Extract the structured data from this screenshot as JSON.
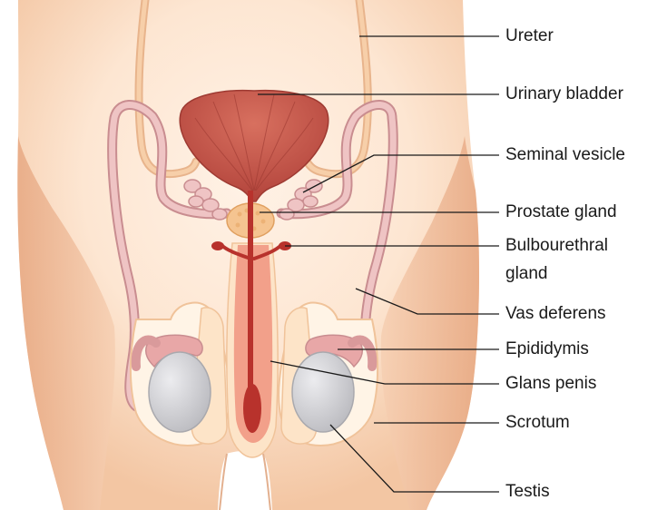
{
  "labels": {
    "ureter": "Ureter",
    "urinary_bladder": "Urinary bladder",
    "seminal_vesicle": "Seminal vesicle",
    "prostate_gland": "Prostate gland",
    "bulbourethral_gland_line1": "Bulbourethral",
    "bulbourethral_gland_line2": "gland",
    "vas_deferens": "Vas deferens",
    "epididymis": "Epididymis",
    "glans_penis": "Glans penis",
    "scrotum": "Scrotum",
    "testis": "Testis"
  },
  "colors": {
    "skin_light": "#fde3cf",
    "skin_mid": "#f7c9a6",
    "skin_dark": "#e9a985",
    "bladder": "#c4534a",
    "bladder_light": "#d9705f",
    "urethra": "#b8322c",
    "penis_tissue": "#f2a08a",
    "duct_pink": "#dca2a3",
    "ureter_orange": "#f2c29a",
    "testis_gray": "#d3d3d6",
    "prostate": "#f5c490"
  }
}
